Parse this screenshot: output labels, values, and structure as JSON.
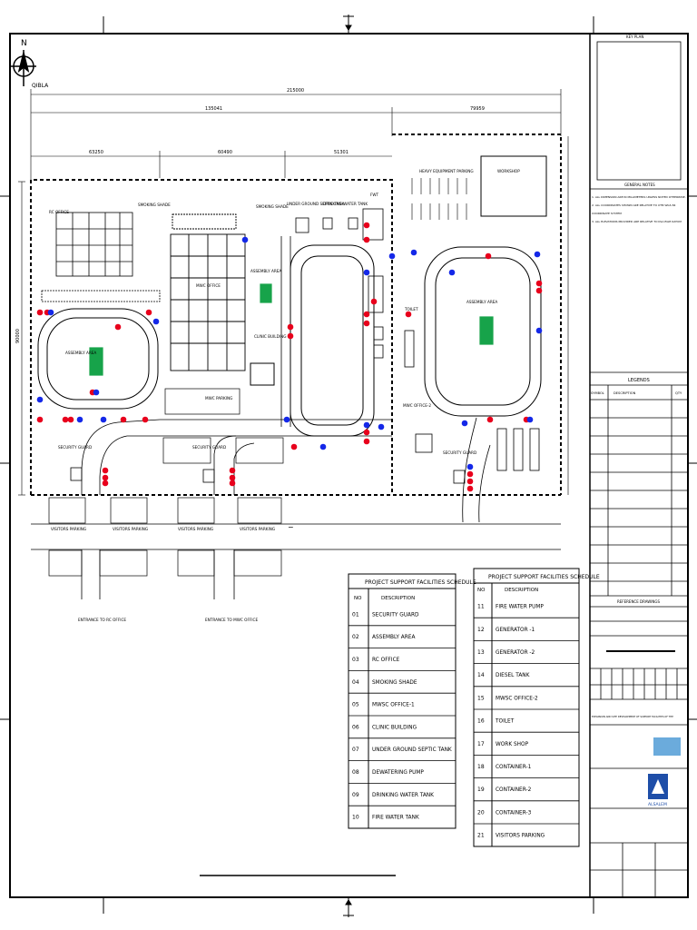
{
  "north": {
    "letter": "N",
    "qibla": "QIBLA"
  },
  "dimensions": {
    "overall": "215000",
    "left": "135041",
    "right": "79959",
    "d1": "63250",
    "d2": "60490",
    "d3": "51301",
    "side": "90000"
  },
  "plan_labels": {
    "rc_office": "RC OFFICE",
    "smoking_shade_1": "SMOKING SHADE",
    "smoking_shade_2": "SMOKING SHADE",
    "underground_septic": "UNDER GROUND SEPTIC TANK",
    "drinking_water": "DRINKING WATER TANK",
    "fwt": "FWT",
    "heavy_equipment": "HEAVY EQUIPMENT PARKING",
    "workshop": "WORKSHOP",
    "assembly_1": "ASSEMBLY AREA",
    "assembly_2": "ASSEMBLY AREA",
    "assembly_3": "ASSEMBLY AREA",
    "mwc_office": "MWC OFFICE",
    "clinic": "CLINIC BUILDING",
    "toilet": "TOILET",
    "mwc_office_2": "MWC OFFICE-2",
    "security_1": "SECURITY GUARD",
    "security_2": "SECURITY GUARD",
    "security_3": "SECURITY GUARD",
    "mwc_parking": "MWC PARKING",
    "visitors_parking_1": "VISITORS PARKING",
    "visitors_parking_2": "VISITORS PARKING",
    "visitors_parking_3": "VISITORS PARKING",
    "visitors_parking_4": "VISITORS PARKING",
    "entrance_rc": "ENTRANCE TO RC OFFICE",
    "entrance_mwc": "ENTRANCE TO MWC OFFICE"
  },
  "schedule_left": {
    "title": "PROJECT SUPPORT FACILITIES SCHEDULE",
    "col_no": "NO",
    "col_desc": "DESCRIPTION",
    "rows": [
      {
        "no": "01",
        "desc": "SECURITY GUARD"
      },
      {
        "no": "02",
        "desc": "ASSEMBLY AREA"
      },
      {
        "no": "03",
        "desc": "RC OFFICE"
      },
      {
        "no": "04",
        "desc": "SMOKING SHADE"
      },
      {
        "no": "05",
        "desc": "MWSC OFFICE-1"
      },
      {
        "no": "06",
        "desc": "CLINIC BUILDING"
      },
      {
        "no": "07",
        "desc": "UNDER GROUND SEPTIC TANK"
      },
      {
        "no": "08",
        "desc": "DEWATERING PUMP"
      },
      {
        "no": "09",
        "desc": "DRINKING WATER TANK"
      },
      {
        "no": "10",
        "desc": "FIRE WATER TANK"
      }
    ]
  },
  "schedule_right": {
    "title": "PROJECT SUPPORT FACILITIES SCHEDULE",
    "col_no": "NO",
    "col_desc": "DESCRIPTION",
    "rows": [
      {
        "no": "11",
        "desc": "FIRE WATER PUMP"
      },
      {
        "no": "12",
        "desc": "GENERATOR -1"
      },
      {
        "no": "13",
        "desc": "GENERATOR -2"
      },
      {
        "no": "14",
        "desc": "DIESEL TANK"
      },
      {
        "no": "15",
        "desc": "MWSC OFFICE-2"
      },
      {
        "no": "16",
        "desc": "TOILET"
      },
      {
        "no": "17",
        "desc": "WORK SHOP"
      },
      {
        "no": "18",
        "desc": "CONTAINER-1"
      },
      {
        "no": "19",
        "desc": "CONTAINER-2"
      },
      {
        "no": "20",
        "desc": "CONTAINER-3"
      },
      {
        "no": "21",
        "desc": "VISITORS PARKING"
      }
    ]
  },
  "title_block": {
    "key_plan": "KEY PLAN",
    "general_notes": "GENERAL NOTES",
    "notes": [
      "1.  ALL DIMENSION ARE IN MILLIMETERS UNLESS NOTED OTHERWISE.",
      "2.  ALL COORDINATES SHOWN ARE RELATIVE TO UTM WGS 84",
      "     COORDINATE SYSTEM",
      "3.  ALL ELEVATIONS PROVIDED ARE RELATIVE TO KSA EGM DATUM"
    ],
    "legends": "LEGENDS",
    "legend_cols": [
      "SYMBOL",
      "DESCRIPTION",
      "QTY"
    ],
    "reference_drawings": "REFERENCE DRAWINGS",
    "project_line": "EXPANSION AND SITE DEVELOPMENT OF SUPPORT FACILITIES OF THE",
    "logo_text": "ALSALEM"
  },
  "colors": {
    "red": "#e8001c",
    "blue": "#1428e8",
    "green": "#17a34a",
    "line": "#000000"
  }
}
